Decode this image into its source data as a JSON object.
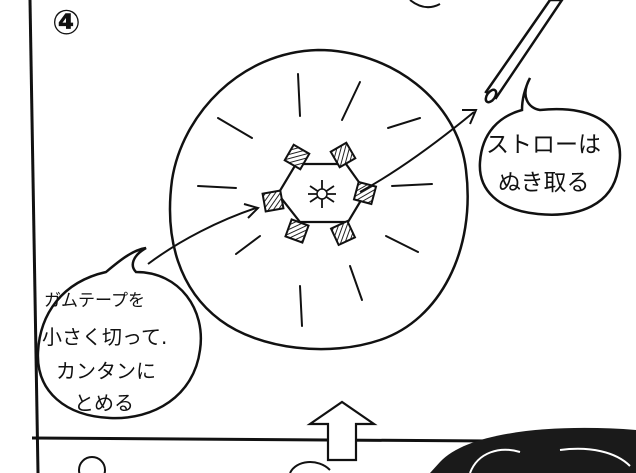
{
  "step_number": "④",
  "callout_right": {
    "line1": "ストローは",
    "line2": "ぬき取る"
  },
  "callout_left": {
    "line1": "ガムテープを",
    "line2": "小さく切って.",
    "line3": "カンタンに",
    "line4": "とめる"
  },
  "colors": {
    "ink": "#111111",
    "paper": "#ffffff",
    "shade": "#6b6b6b"
  }
}
